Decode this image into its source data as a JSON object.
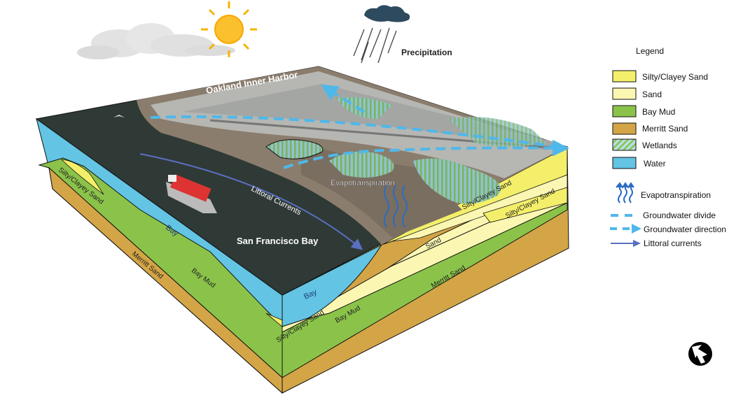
{
  "sky": {
    "precipitation": "Precipitation"
  },
  "top_labels": {
    "harbor": "Oakland Inner Harbor",
    "bay": "San Francisco Bay",
    "littoral": "Littoral Currents",
    "evapo": "Evapotranspiration"
  },
  "section_labels": {
    "left_silty": "Silty/Clayey Sand",
    "bay_left": "Bay",
    "bay_corner": "Bay",
    "bay_mud_left": "Bay Mud",
    "merritt_left": "Merritt Sand",
    "silty_corner": "Silty/Clayey Sand",
    "bay_mud_right": "Bay Mud",
    "sand_right": "Sand",
    "merritt_right": "Merritt Sand",
    "silty_right_1": "Silty/Clayey Sand",
    "silty_right_2": "Silty/Clayey Sand"
  },
  "legend": {
    "title": "Legend",
    "items": [
      {
        "label": "Silty/Clayey Sand",
        "color": "#f4ef6a"
      },
      {
        "label": "Sand",
        "color": "#fbf7b3"
      },
      {
        "label": "Bay Mud",
        "color": "#8bc34a"
      },
      {
        "label": "Merritt Sand",
        "color": "#d4a546"
      },
      {
        "label": "Wetlands",
        "color": "#9fd3c8"
      },
      {
        "label": "Water",
        "color": "#63c4e3"
      }
    ],
    "symbols": [
      {
        "label": "Evapotranspiration",
        "icon": "evapotranspiration-icon"
      },
      {
        "label": "Groundwater divide",
        "icon": "dashed-line-icon"
      },
      {
        "label": "Groundwater direction",
        "icon": "dashed-arrow-icon"
      },
      {
        "label": "Littoral currents",
        "icon": "arrow-icon"
      }
    ]
  },
  "colors": {
    "water_dark": "#2f3a36",
    "water": "#63c4e3",
    "groundwater": "#4fb8ea",
    "current": "#5b6fc2"
  }
}
